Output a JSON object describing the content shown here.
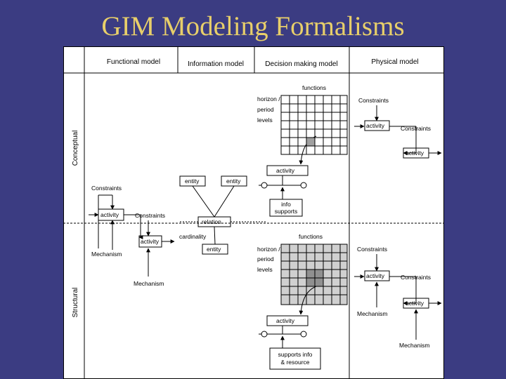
{
  "title": "GIM Modeling Formalisms",
  "columns": [
    "Functional model",
    "Information model",
    "Decision making model",
    "Physical model"
  ],
  "rows": [
    "Conceptual",
    "Structural"
  ],
  "functional": {
    "constraints_top": "Constraints",
    "activity_1": "activity",
    "constraints_right": "Constraints",
    "activity_2": "activity",
    "mechanism_1": "Mechanism",
    "mechanism_2": "Mechanism"
  },
  "information": {
    "entity_1": "entity",
    "entity_2": "entity",
    "relation": "relation",
    "cardinality": "cardinality",
    "entity_3": "entity"
  },
  "decision_conceptual": {
    "functions": "functions",
    "row_label_1": "horizon /",
    "row_label_2": "period",
    "row_label_3": "levels",
    "activity": "activity",
    "info_1": "info",
    "info_2": "supports"
  },
  "decision_structural": {
    "functions": "functions",
    "row_label_1": "horizon /",
    "row_label_2": "period",
    "row_label_3": "levels",
    "activity": "activity",
    "info_1": "supports info",
    "info_2": "& resource"
  },
  "physical_conceptual": {
    "constraints_1": "Constraints",
    "activity_1": "activity",
    "constraints_2": "Constraints",
    "activity_2": "activity"
  },
  "physical_structural": {
    "constraints_1": "Constraints",
    "activity_1": "activity",
    "constraints_2": "Constraints",
    "activity_2": "activity",
    "mechanism_1": "Mechanism",
    "mechanism_2": "Mechanism"
  },
  "colors": {
    "background": "#3b3c82",
    "title": "#e8cf6a",
    "panel": "#ffffff",
    "grid_fill": "#d0d0d0",
    "grid_dark": "#909090"
  }
}
